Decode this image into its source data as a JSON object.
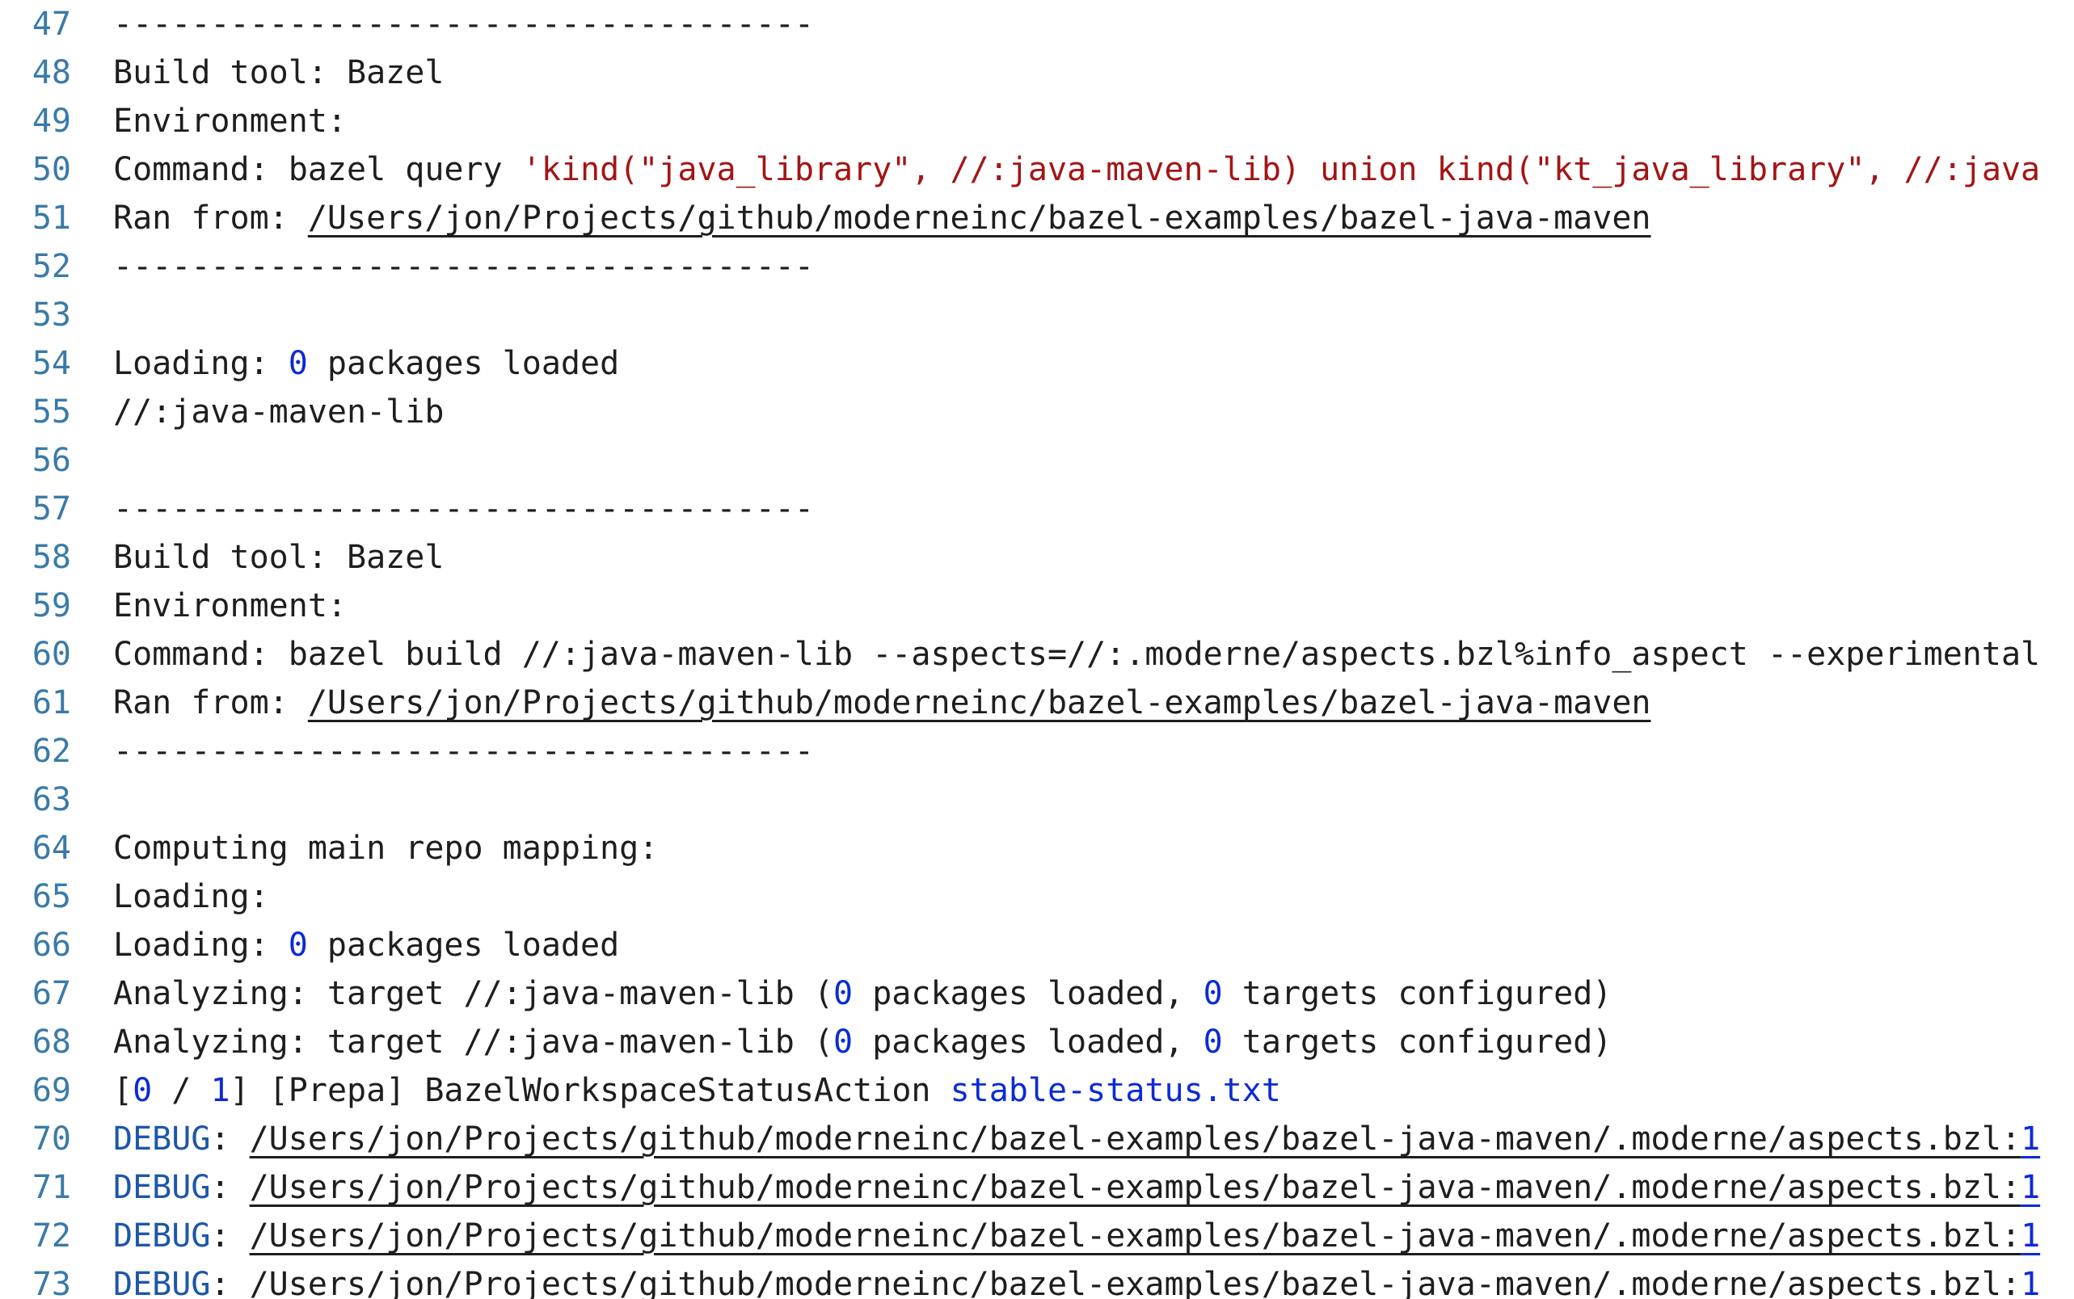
{
  "editor": {
    "colors": {
      "line_number": "#3a7aa8",
      "text": "#1e1e1e",
      "number": "#0b2bd6",
      "string": "#a31515",
      "debug": "#1e57a8",
      "whitespace_dot": "#c8c8c8"
    },
    "lines": [
      {
        "n": "47",
        "segments": [
          {
            "t": "------------------------------------",
            "c": "text"
          }
        ]
      },
      {
        "n": "48",
        "segments": [
          {
            "t": "Build tool: Bazel",
            "c": "text"
          }
        ]
      },
      {
        "n": "49",
        "segments": [
          {
            "t": "Environment:",
            "c": "text"
          }
        ]
      },
      {
        "n": "50",
        "segments": [
          {
            "t": "Command: bazel query ",
            "c": "text"
          },
          {
            "t": "'kind(\"java_library\", //:java-maven-lib) union kind(\"kt_java_library\", //:java",
            "c": "str"
          }
        ]
      },
      {
        "n": "51",
        "segments": [
          {
            "t": "Ran from: ",
            "c": "text"
          },
          {
            "t": "/Users/jon/Projects/github/moderneinc/bazel-examples/bazel-java-maven",
            "c": "link"
          }
        ]
      },
      {
        "n": "52",
        "segments": [
          {
            "t": "------------------------------------",
            "c": "text"
          }
        ]
      },
      {
        "n": "53",
        "segments": []
      },
      {
        "n": "54",
        "segments": [
          {
            "t": "Loading: ",
            "c": "text"
          },
          {
            "t": "0",
            "c": "num"
          },
          {
            "t": " packages loaded",
            "c": "text"
          }
        ]
      },
      {
        "n": "55",
        "segments": [
          {
            "t": "//:java-maven-lib",
            "c": "text"
          }
        ]
      },
      {
        "n": "56",
        "segments": []
      },
      {
        "n": "57",
        "segments": [
          {
            "t": "------------------------------------",
            "c": "text"
          }
        ]
      },
      {
        "n": "58",
        "segments": [
          {
            "t": "Build tool: Bazel",
            "c": "text"
          }
        ]
      },
      {
        "n": "59",
        "segments": [
          {
            "t": "Environment:",
            "c": "text"
          }
        ]
      },
      {
        "n": "60",
        "segments": [
          {
            "t": "Command: bazel build //:java-maven-lib --aspects=//:.moderne/aspects.bzl%info_aspect --experimental",
            "c": "text"
          }
        ]
      },
      {
        "n": "61",
        "segments": [
          {
            "t": "Ran from: ",
            "c": "text"
          },
          {
            "t": "/Users/jon/Projects/github/moderneinc/bazel-examples/bazel-java-maven",
            "c": "link"
          }
        ]
      },
      {
        "n": "62",
        "segments": [
          {
            "t": "------------------------------------",
            "c": "text"
          }
        ]
      },
      {
        "n": "63",
        "segments": []
      },
      {
        "n": "64",
        "segments": [
          {
            "t": "Computing main repo mapping: ",
            "c": "text"
          }
        ]
      },
      {
        "n": "65",
        "segments": [
          {
            "t": "Loading: ",
            "c": "text"
          }
        ]
      },
      {
        "n": "66",
        "segments": [
          {
            "t": "Loading: ",
            "c": "text"
          },
          {
            "t": "0",
            "c": "num"
          },
          {
            "t": " packages loaded",
            "c": "text"
          }
        ]
      },
      {
        "n": "67",
        "segments": [
          {
            "t": "Analyzing: target //:java-maven-lib (",
            "c": "text"
          },
          {
            "t": "0",
            "c": "num"
          },
          {
            "t": " packages loaded, ",
            "c": "text"
          },
          {
            "t": "0",
            "c": "num"
          },
          {
            "t": " targets configured)",
            "c": "text"
          }
        ]
      },
      {
        "n": "68",
        "segments": [
          {
            "t": "Analyzing: target //:java-maven-lib (",
            "c": "text"
          },
          {
            "t": "0",
            "c": "num"
          },
          {
            "t": " packages loaded, ",
            "c": "text"
          },
          {
            "t": "0",
            "c": "num"
          },
          {
            "t": " targets configured)",
            "c": "text"
          }
        ]
      },
      {
        "n": "69",
        "segments": [
          {
            "t": "[",
            "c": "text"
          },
          {
            "t": "0",
            "c": "num"
          },
          {
            "t": " / ",
            "c": "text"
          },
          {
            "t": "1",
            "c": "num"
          },
          {
            "t": "] [Prepa] BazelWorkspaceStatusAction ",
            "c": "text"
          },
          {
            "t": "stable-status.txt",
            "c": "num"
          }
        ]
      },
      {
        "n": "70",
        "segments": [
          {
            "t": "DEBUG",
            "c": "debug"
          },
          {
            "t": ": ",
            "c": "text"
          },
          {
            "t": "/Users/jon/Projects/github/moderneinc/bazel-examples/bazel-java-maven/.moderne/aspects.bzl:",
            "c": "link"
          },
          {
            "t": "1",
            "c": "linknum"
          }
        ]
      },
      {
        "n": "71",
        "segments": [
          {
            "t": "DEBUG",
            "c": "debug"
          },
          {
            "t": ": ",
            "c": "text"
          },
          {
            "t": "/Users/jon/Projects/github/moderneinc/bazel-examples/bazel-java-maven/.moderne/aspects.bzl:",
            "c": "link"
          },
          {
            "t": "1",
            "c": "linknum"
          }
        ]
      },
      {
        "n": "72",
        "segments": [
          {
            "t": "DEBUG",
            "c": "debug"
          },
          {
            "t": ": ",
            "c": "text"
          },
          {
            "t": "/Users/jon/Projects/github/moderneinc/bazel-examples/bazel-java-maven/.moderne/aspects.bzl:",
            "c": "link"
          },
          {
            "t": "1",
            "c": "linknum"
          }
        ]
      },
      {
        "n": "73",
        "segments": [
          {
            "t": "DEBUG",
            "c": "debug"
          },
          {
            "t": ": ",
            "c": "text"
          },
          {
            "t": "/Users/jon/Projects/github/moderneinc/bazel-examples/bazel-java-maven/.moderne/aspects.bzl:",
            "c": "link"
          },
          {
            "t": "1",
            "c": "linknum"
          }
        ]
      }
    ]
  }
}
